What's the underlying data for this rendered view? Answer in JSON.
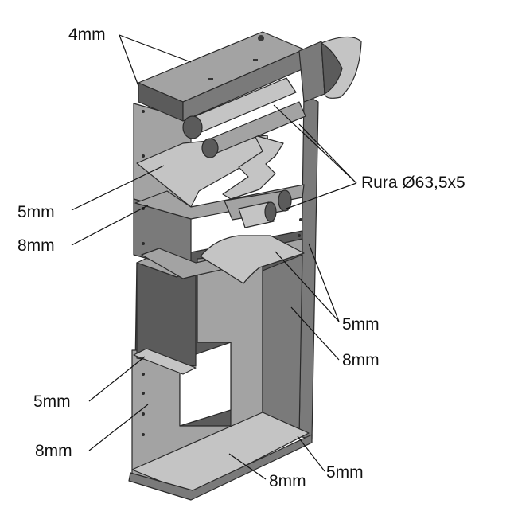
{
  "labels": {
    "top_4mm": "4mm",
    "pipe": "Rura Ø63,5x5",
    "left_5mm_a": "5mm",
    "left_8mm_a": "8mm",
    "right_5mm": "5mm",
    "right_8mm": "8mm",
    "left_5mm_b": "5mm",
    "left_8mm_b": "8mm",
    "bottom_8mm": "8mm",
    "bottom_5mm": "5mm"
  }
}
